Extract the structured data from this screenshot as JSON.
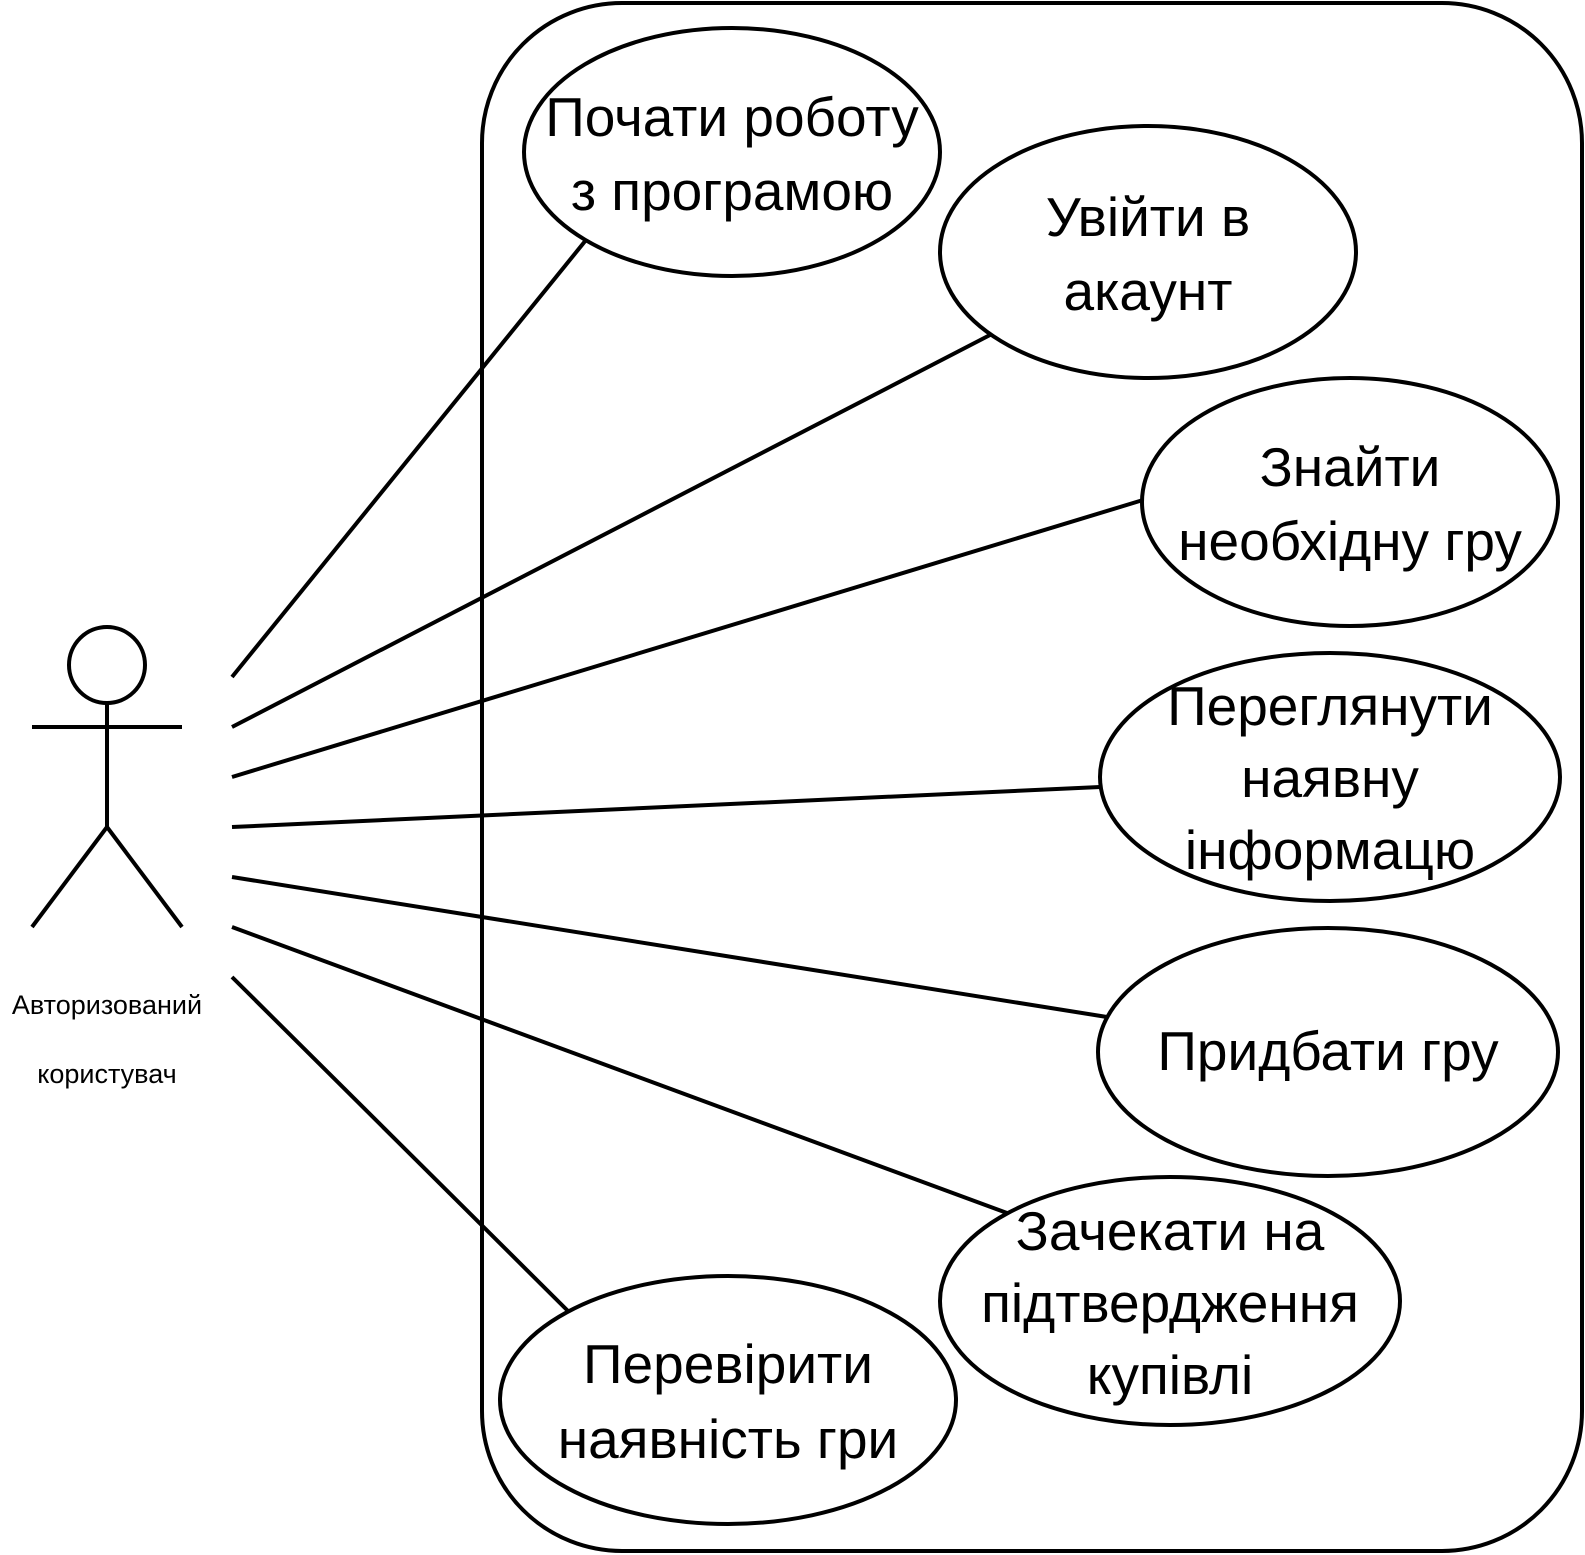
{
  "actor": {
    "label_lines": [
      "Авторизований",
      "користувач"
    ]
  },
  "use_cases": [
    {
      "id": "start",
      "lines": [
        "Почати роботу",
        "з програмою"
      ]
    },
    {
      "id": "login",
      "lines": [
        "Увійти в",
        "акаунт"
      ]
    },
    {
      "id": "find",
      "lines": [
        "Знайти",
        "необхідну гру"
      ]
    },
    {
      "id": "view",
      "lines": [
        "Переглянути",
        "наявну",
        "інформацю"
      ]
    },
    {
      "id": "buy",
      "lines": [
        "Придбати гру"
      ]
    },
    {
      "id": "wait",
      "lines": [
        "Зачекати на",
        "підтвердження",
        "купівлі"
      ]
    },
    {
      "id": "check",
      "lines": [
        "Перевірити",
        "наявність гри"
      ]
    }
  ]
}
